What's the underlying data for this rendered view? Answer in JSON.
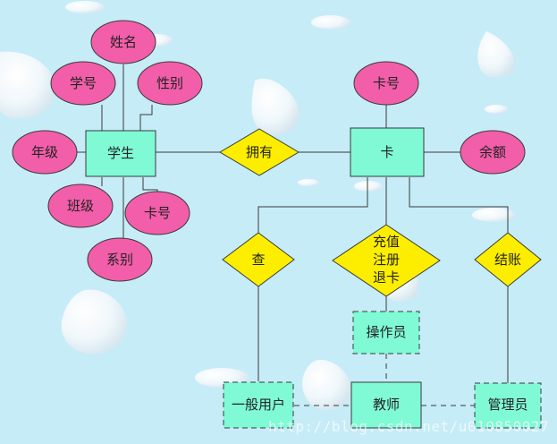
{
  "colors": {
    "background": "#c6ecf8",
    "attribute_fill": "#f25ea9",
    "entity_fill": "#7ffad5",
    "relation_fill": "#fdee00",
    "line": "#3a3a3a"
  },
  "entities": {
    "student": "学生",
    "card": "卡",
    "operator": "操作员",
    "general_user": "一般用户",
    "teacher": "教师",
    "admin": "管理员"
  },
  "attributes": {
    "name": "姓名",
    "student_id": "学号",
    "gender": "性别",
    "grade": "年级",
    "class": "班级",
    "student_card_no": "卡号",
    "department": "系别",
    "card_no": "卡号",
    "balance": "余额"
  },
  "relations": {
    "own": "拥有",
    "query": "查",
    "recharge": "充值",
    "register": "注册",
    "return_card": "退卡",
    "checkout": "结账"
  },
  "watermark": "http://blog.csdn.net/u010850027"
}
